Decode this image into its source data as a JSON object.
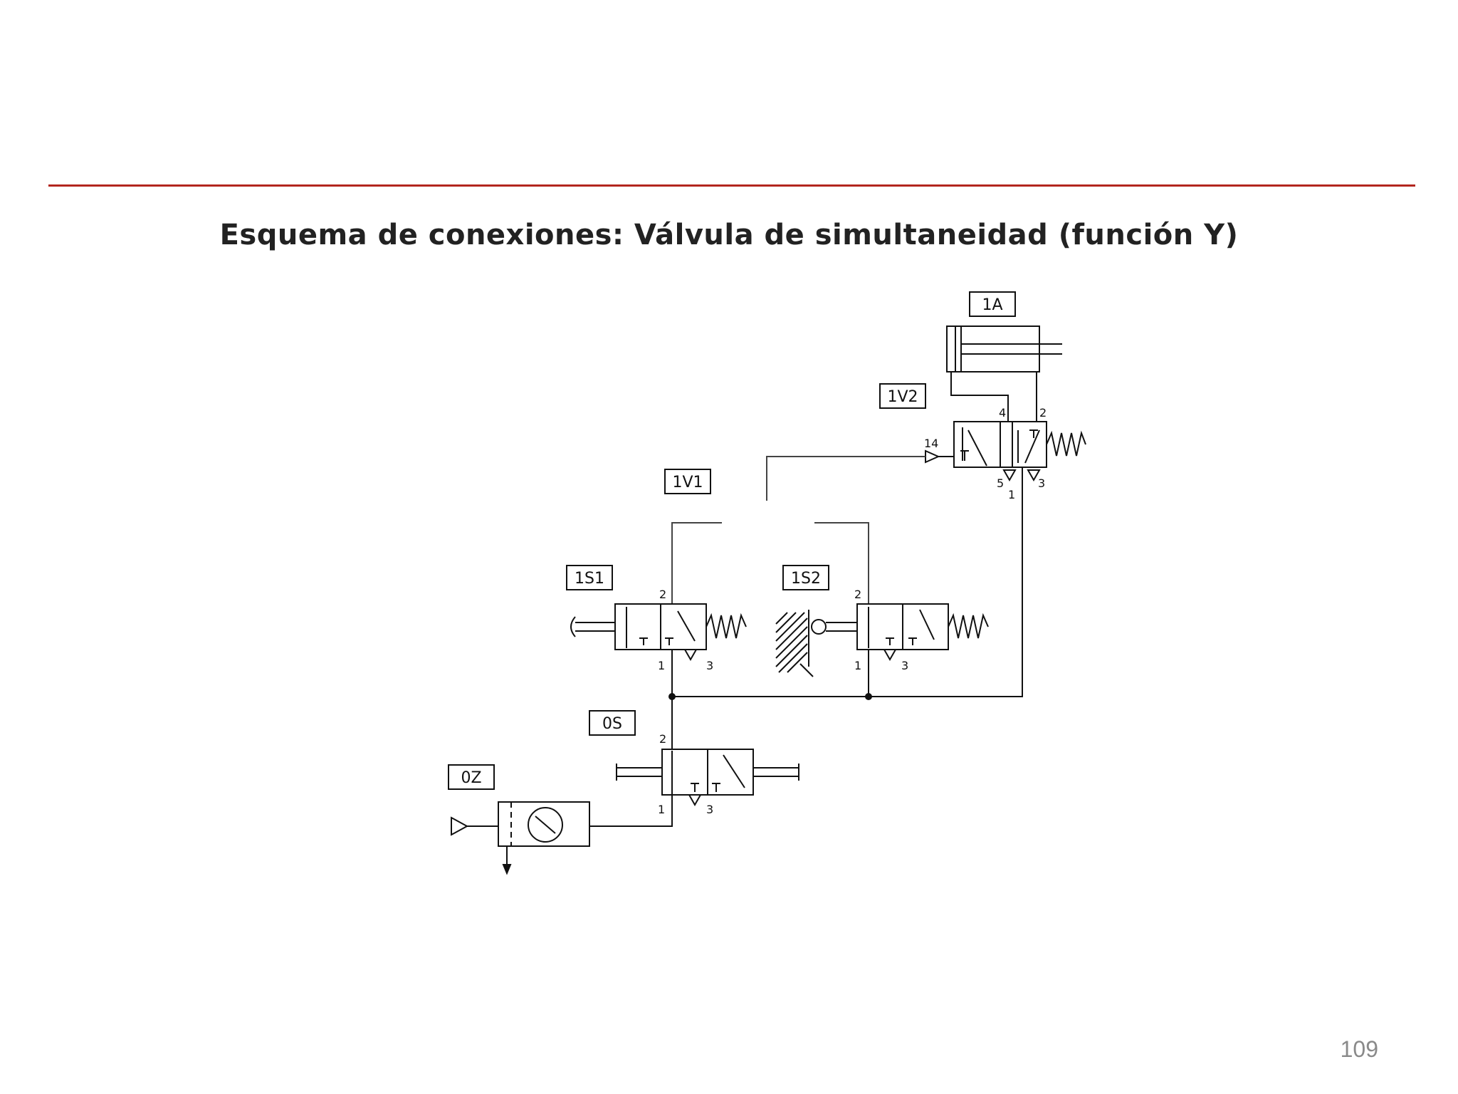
{
  "slide": {
    "title": "Esquema de conexiones: Válvula de simultaneidad (función Y)",
    "page_number": "109"
  },
  "diagram": {
    "components": {
      "cylinder": "1A",
      "main_valve": "1V2",
      "and_valve": "1V1",
      "pushbutton_valve": "1S1",
      "roller_valve": "1S2",
      "start_valve": "0S",
      "service_unit": "0Z"
    },
    "ports": {
      "v2_4": "4",
      "v2_2": "2",
      "v2_14": "14",
      "v2_5": "5",
      "v2_1": "1",
      "v2_3": "3",
      "s1_2": "2",
      "s1_1": "1",
      "s1_3": "3",
      "s2_2": "2",
      "s2_1": "1",
      "s2_3": "3",
      "os_2": "2",
      "os_1": "1",
      "os_3": "3"
    }
  },
  "colors": {
    "accent_rule": "#b3261e",
    "line": "#111111",
    "page_number": "#8a8a8a"
  }
}
